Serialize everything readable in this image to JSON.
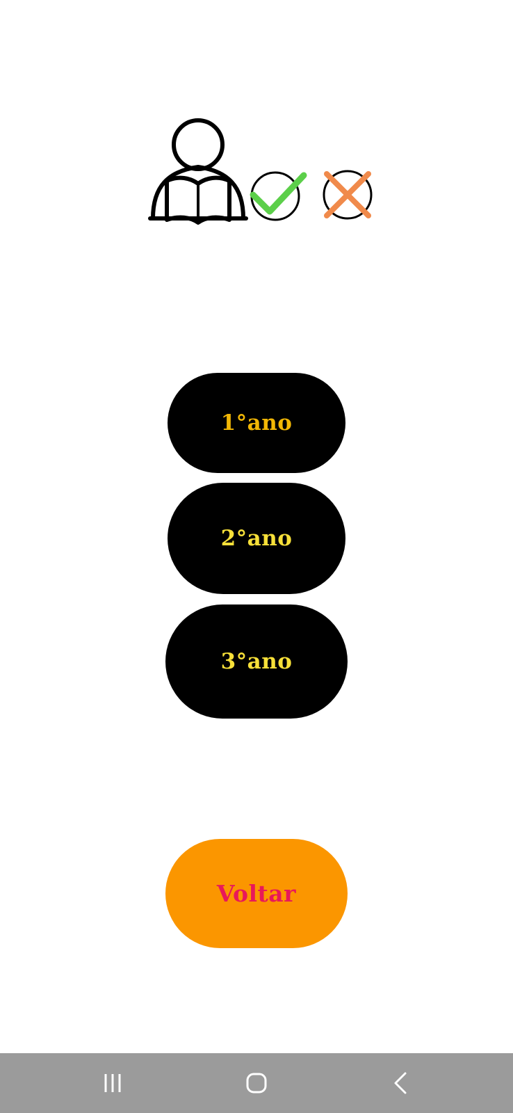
{
  "logo": {
    "icon": "reader-check-cross-icon",
    "colors": {
      "outline": "#000000",
      "check": "#5ccf4a",
      "cross": "#f08a4b"
    }
  },
  "grades": {
    "items": [
      {
        "label": "1°ano",
        "color": "#f2b705"
      },
      {
        "label": "2°ano",
        "color": "#f7e039"
      },
      {
        "label": "3°ano",
        "color": "#f7e039"
      }
    ],
    "background": "#000000"
  },
  "back_button": {
    "label": "Voltar",
    "background": "#fb9600",
    "color": "#e8185a"
  },
  "navbar": {
    "background": "#9b9b9b",
    "icons": [
      "recents-icon",
      "home-icon",
      "back-icon"
    ]
  }
}
